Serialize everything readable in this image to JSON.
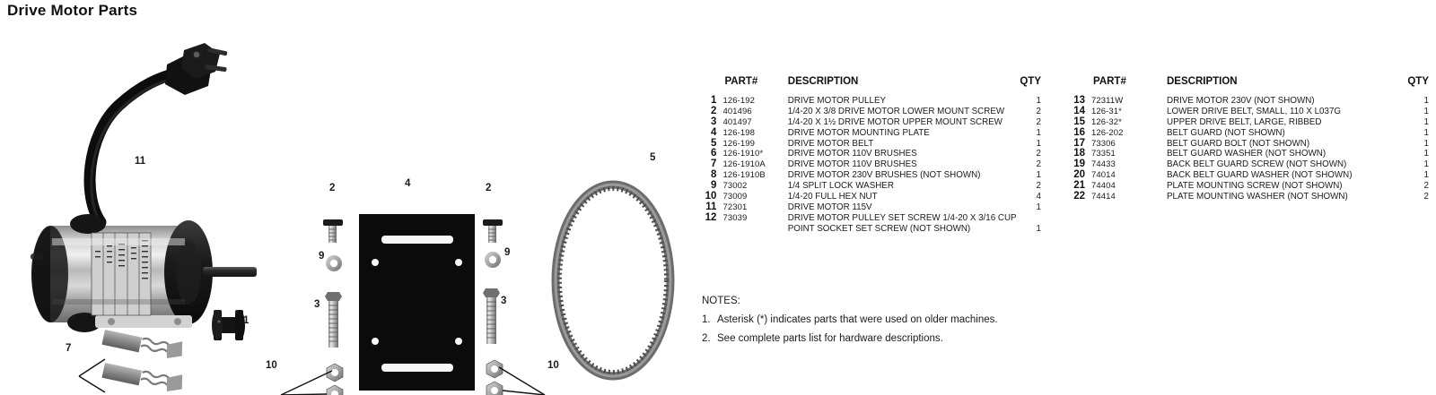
{
  "page": {
    "title": "Drive Motor Parts"
  },
  "table_headers": {
    "part": "PART#",
    "description": "DESCRIPTION",
    "qty": "QTY"
  },
  "parts_left": [
    {
      "item": "1",
      "part": "126-192",
      "description": "DRIVE MOTOR PULLEY",
      "qty": "1"
    },
    {
      "item": "2",
      "part": "401496",
      "description": "1/4-20 X 3/8 DRIVE MOTOR LOWER MOUNT SCREW",
      "qty": "2"
    },
    {
      "item": "3",
      "part": "401497",
      "description": "1/4-20 X 1½ DRIVE MOTOR UPPER MOUNT SCREW",
      "qty": "2"
    },
    {
      "item": "4",
      "part": "126-198",
      "description": "DRIVE MOTOR MOUNTING PLATE",
      "qty": "1"
    },
    {
      "item": "5",
      "part": "126-199",
      "description": "DRIVE MOTOR BELT",
      "qty": "1"
    },
    {
      "item": "6",
      "part": "126-1910*",
      "description": "DRIVE MOTOR 110V BRUSHES",
      "qty": "2"
    },
    {
      "item": "7",
      "part": "126-1910A",
      "description": "DRIVE MOTOR 110V BRUSHES",
      "qty": "2"
    },
    {
      "item": "8",
      "part": "126-1910B",
      "description": "DRIVE MOTOR 230V BRUSHES (NOT SHOWN)",
      "qty": "1"
    },
    {
      "item": "9",
      "part": "73002",
      "description": "1/4 SPLIT LOCK WASHER",
      "qty": "2"
    },
    {
      "item": "10",
      "part": "73009",
      "description": "1/4-20 FULL HEX NUT",
      "qty": "4"
    },
    {
      "item": "11",
      "part": "72301",
      "description": "DRIVE MOTOR 115V",
      "qty": "1"
    },
    {
      "item": "12",
      "part": "73039",
      "description": "DRIVE MOTOR PULLEY SET SCREW 1/4-20 X 3/16 CUP",
      "qty": ""
    },
    {
      "item": "",
      "part": "",
      "description": "POINT SOCKET SET SCREW (NOT SHOWN)",
      "qty": "1"
    }
  ],
  "parts_right": [
    {
      "item": "13",
      "part": "72311W",
      "description": "DRIVE MOTOR 230V (NOT SHOWN)",
      "qty": "1"
    },
    {
      "item": "14",
      "part": "126-31*",
      "description": "LOWER DRIVE BELT, SMALL, 110 X L037G",
      "qty": "1"
    },
    {
      "item": "15",
      "part": "126-32*",
      "description": "UPPER DRIVE BELT, LARGE, RIBBED",
      "qty": "1"
    },
    {
      "item": "16",
      "part": "126-202",
      "description": "BELT GUARD (NOT SHOWN)",
      "qty": "1"
    },
    {
      "item": "17",
      "part": "73306",
      "description": "BELT GUARD BOLT (NOT SHOWN)",
      "qty": "1"
    },
    {
      "item": "18",
      "part": "73351",
      "description": "BELT GUARD WASHER (NOT SHOWN)",
      "qty": "1"
    },
    {
      "item": "19",
      "part": "74433",
      "description": "BACK BELT GUARD SCREW (NOT SHOWN)",
      "qty": "1"
    },
    {
      "item": "20",
      "part": "74014",
      "description": "BACK BELT GUARD WASHER (NOT SHOWN)",
      "qty": "1"
    },
    {
      "item": "21",
      "part": "74404",
      "description": "PLATE MOUNTING SCREW (NOT SHOWN)",
      "qty": "2"
    },
    {
      "item": "22",
      "part": "74414",
      "description": "PLATE MOUNTING WASHER (NOT SHOWN)",
      "qty": "2"
    }
  ],
  "notes": {
    "heading": "NOTES:",
    "items": [
      {
        "num": "1.",
        "text": "Asterisk (*) indicates parts that were used on older machines."
      },
      {
        "num": "2.",
        "text": "See complete parts list for hardware descriptions."
      }
    ]
  },
  "diagram": {
    "callouts": [
      {
        "id": "callout-11",
        "label": "11"
      },
      {
        "id": "callout-7",
        "label": "7"
      },
      {
        "id": "callout-1",
        "label": "1"
      },
      {
        "id": "callout-2-left",
        "label": "2"
      },
      {
        "id": "callout-2-right",
        "label": "2"
      },
      {
        "id": "callout-9-left",
        "label": "9"
      },
      {
        "id": "callout-9-right",
        "label": "9"
      },
      {
        "id": "callout-3-left",
        "label": "3"
      },
      {
        "id": "callout-3-right",
        "label": "3"
      },
      {
        "id": "callout-4",
        "label": "4"
      },
      {
        "id": "callout-10-left",
        "label": "10"
      },
      {
        "id": "callout-10-right",
        "label": "10"
      },
      {
        "id": "callout-5",
        "label": "5"
      }
    ]
  },
  "colors": {
    "text": "#1a1a1a",
    "plate": "#0b0b0b",
    "metal_light": "#c9c9c9",
    "metal_dark": "#6e6e6e",
    "belt": "#6f6f6f",
    "background": "#ffffff"
  }
}
